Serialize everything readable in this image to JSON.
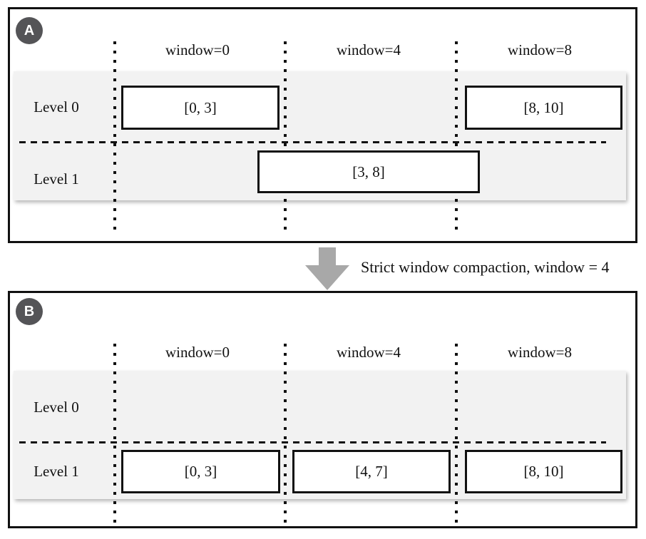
{
  "palette": {
    "text": "#111111",
    "panel_border": "#111111",
    "band_background": "#f2f2f2",
    "box_background": "#ffffff",
    "box_border": "#111111",
    "badge_background": "#545457",
    "badge_text": "#ffffff",
    "arrow": "#a8a8a8",
    "guide": "#111111"
  },
  "transition": {
    "label": "Strict window compaction, window = 4",
    "arrow_icon": "down-block-arrow"
  },
  "panel_a": {
    "badge": "A",
    "window_labels": [
      "window=0",
      "window=4",
      "window=8"
    ],
    "level_labels": [
      "Level 0",
      "Level 1"
    ],
    "boxes": {
      "level0_left": "[0, 3]",
      "level0_right": "[8, 10]",
      "level1_center": "[3, 8]"
    }
  },
  "panel_b": {
    "badge": "B",
    "window_labels": [
      "window=0",
      "window=4",
      "window=8"
    ],
    "level_labels": [
      "Level 0",
      "Level 1"
    ],
    "boxes": {
      "level1_left": "[0, 3]",
      "level1_center": "[4, 7]",
      "level1_right": "[8, 10]"
    }
  }
}
